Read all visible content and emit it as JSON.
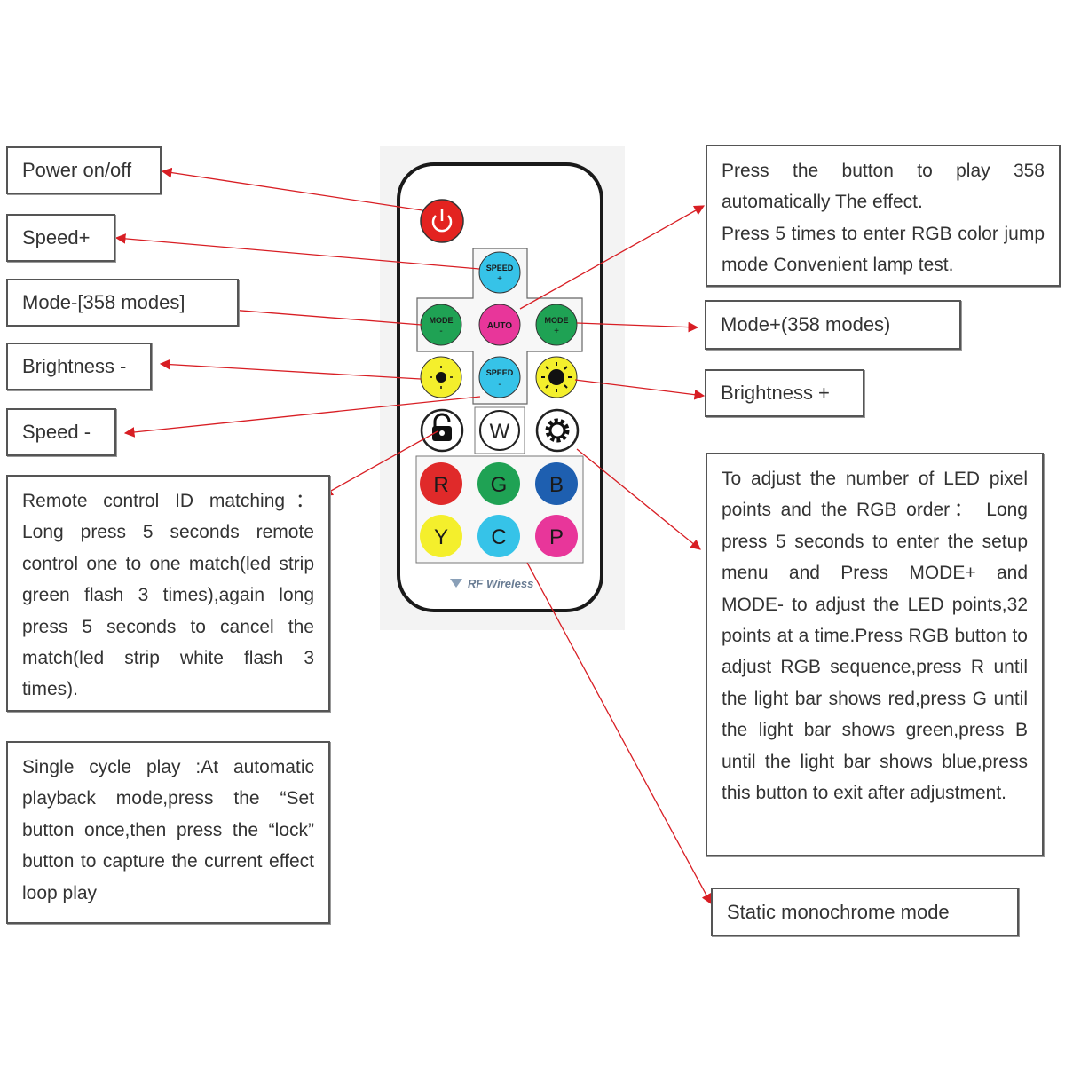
{
  "labels": {
    "power": "Power on/off",
    "speed_plus": "Speed+",
    "mode_minus": "Mode-[358 modes]",
    "brightness_minus": "Brightness -",
    "speed_minus": "Speed -",
    "mode_plus": "Mode+(358 modes)",
    "brightness_plus": "Brightness +",
    "static_mode": "Static monochrome mode"
  },
  "descriptions": {
    "auto_play": [
      "Press the button to play 358 automatically The effect.",
      "Press 5 times to enter RGB color jump mode Convenient lamp test."
    ],
    "id_matching": "Remote control ID matching： Long press 5 seconds remote control one to one match(led strip green flash 3 times),again long press 5 seconds to cancel the match(led strip white flash 3 times).",
    "single_cycle": "Single cycle play :At automatic playback mode,press the “Set button once,then press the “lock” button to capture the current effect loop play",
    "setup": "To adjust the number of LED pixel points and the RGB order： Long press 5 seconds to enter the setup menu and Press MODE+ and MODE- to adjust the LED points,32 points at a time.Press RGB button to adjust RGB sequence,press R until the light bar shows red,press G until the light bar shows green,press B until the light bar shows blue,press this button to exit after adjustment."
  },
  "remote": {
    "buttons": {
      "speed_plus": "SPEED",
      "mode_minus": "MODE",
      "auto": "AUTO",
      "mode_plus": "MODE",
      "speed_minus": "SPEED",
      "white": "W",
      "red": "R",
      "green": "G",
      "blue": "B",
      "yellow": "Y",
      "cyan": "C",
      "purple": "P"
    },
    "brand": "RF Wireless"
  },
  "colors": {
    "arrow": "#d81e24",
    "power": "#e32320",
    "cyan": "#36c3e8",
    "green": "#1fa254",
    "magenta": "#e8369a",
    "yellow": "#f4ef2c",
    "blue": "#1e5fb0",
    "red": "#e02a2a"
  }
}
